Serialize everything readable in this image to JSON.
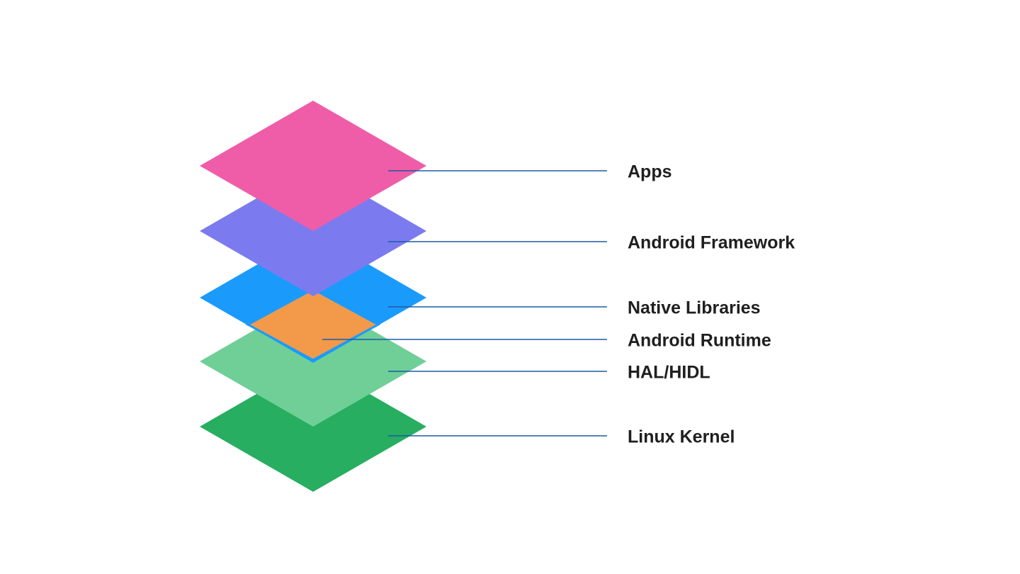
{
  "layers": [
    {
      "id": "linux-kernel",
      "label": "Linux Kernel",
      "color": "#27ae60"
    },
    {
      "id": "hal-hidl",
      "label": "HAL/HIDL",
      "color": "#6fcf97"
    },
    {
      "id": "native-libraries",
      "label": "Native Libraries",
      "color": "#1a9bfc"
    },
    {
      "id": "android-runtime",
      "label": "Android Runtime",
      "color": "#f2994a"
    },
    {
      "id": "android-framework",
      "label": "Android Framework",
      "color": "#7b7bef"
    },
    {
      "id": "apps",
      "label": "Apps",
      "color": "#ef5da8"
    }
  ],
  "colors": {
    "leader_line": "#1f5aa6",
    "label_text": "#1f1f1f",
    "background": "#ffffff"
  }
}
